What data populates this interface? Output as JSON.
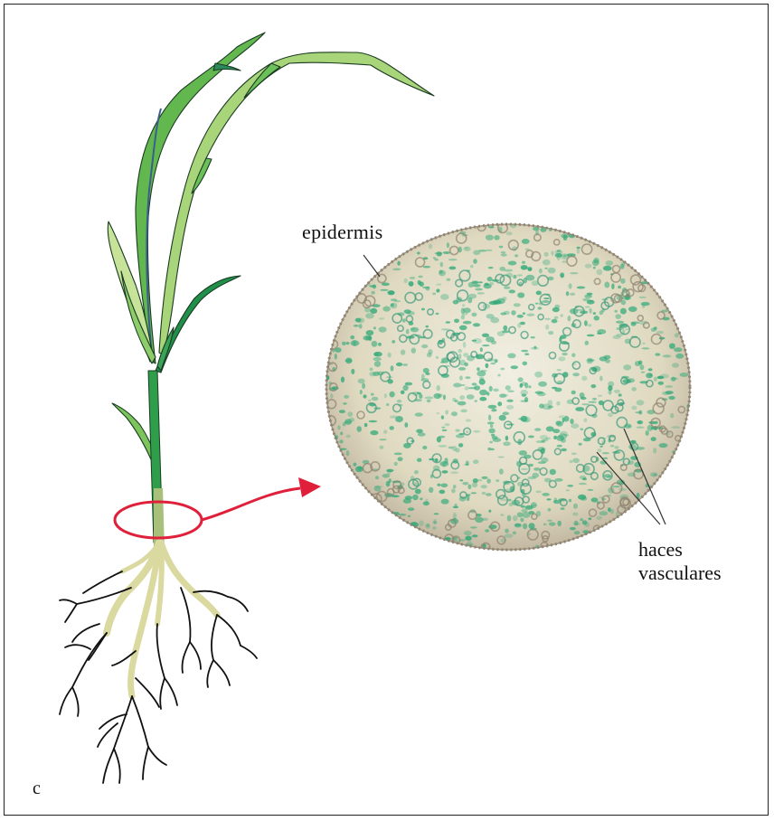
{
  "labels": {
    "epidermis": "epidermis",
    "vascular_line1": "haces",
    "vascular_line2": "vasculares",
    "panel": "c"
  },
  "colors": {
    "leaf_light": "#b6dc86",
    "leaf_mid": "#6cc05a",
    "leaf_dark": "#1f8f4a",
    "stem": "#2e9e4a",
    "root_base": "#d9d9a0",
    "root_line": "#111111",
    "highlight_ring": "#e0203a",
    "section_bg": "#e8e3cf",
    "section_green": "#2fa877",
    "section_edge": "#a89c8a"
  },
  "icons": {
    "arrow": "curved-arrow-icon",
    "ring": "ellipse-highlight-icon"
  }
}
